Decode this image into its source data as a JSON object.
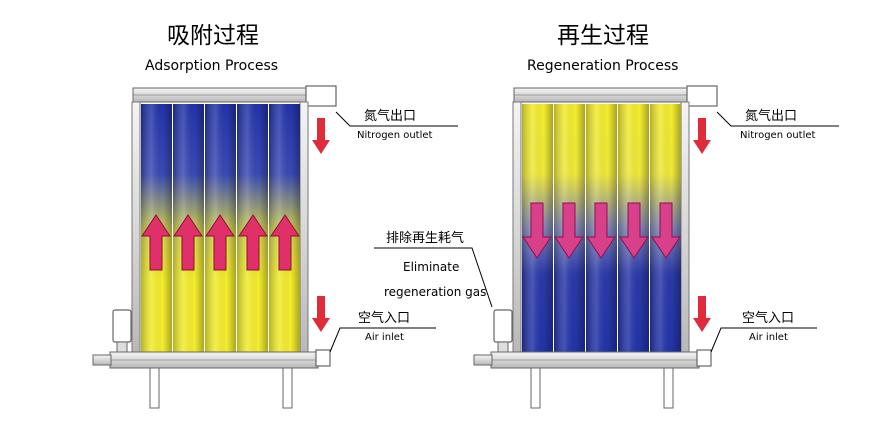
{
  "adsorption": {
    "title_cn": "吸附过程",
    "title_en": "Adsorption Process",
    "nitrogen_cn": "氮气出口",
    "nitrogen_en": "Nitrogen outlet",
    "air_cn": "空气入口",
    "air_en": "Air inlet"
  },
  "regeneration": {
    "title_cn": "再生过程",
    "title_en": "Regeneration Process",
    "nitrogen_cn": "氮气出口",
    "nitrogen_en": "Nitrogen outlet",
    "air_cn": "空气入口",
    "air_en": "Air inlet"
  },
  "exhaust": {
    "label_cn": "排除再生耗气",
    "label_en_1": "Eliminate",
    "label_en_2": "regeneration gas"
  },
  "colors": {
    "adsorbent_saturated": "#2b3aa8",
    "adsorbent_fresh": "#f2ec2a",
    "flow_arrow": "#e0306a",
    "outlet_arrow": "#e02c3a",
    "frame": "#777777"
  }
}
